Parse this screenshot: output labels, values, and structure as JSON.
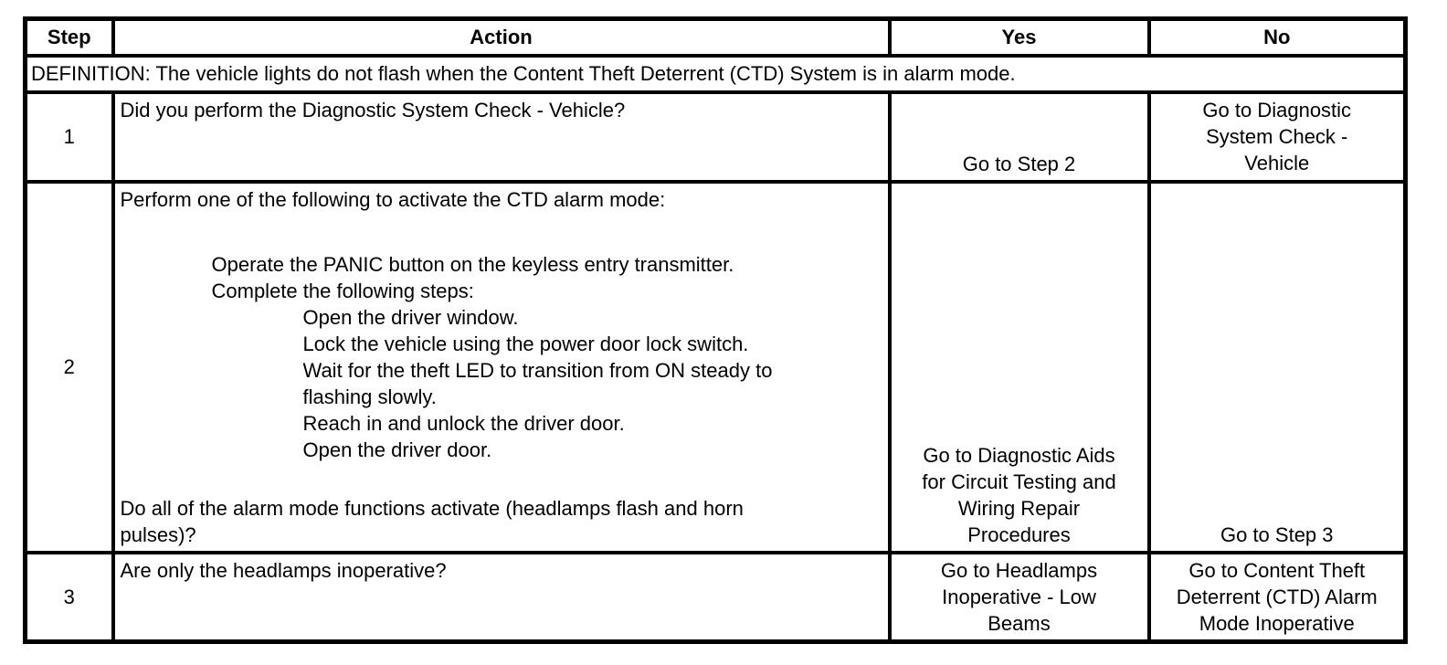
{
  "page": {
    "background": "#ffffff",
    "text_color": "#000000",
    "border_color": "#000000"
  },
  "table": {
    "headers": {
      "step": "Step",
      "action": "Action",
      "yes": "Yes",
      "no": "No"
    },
    "definition": "DEFINITION: The vehicle lights do not flash when the Content Theft Deterrent (CTD) System is in alarm mode.",
    "rows": [
      {
        "step": "1",
        "action": "Did you perform the Diagnostic System Check - Vehicle?",
        "yes": [
          "Go to Step 2"
        ],
        "no": [
          "Go to Diagnostic",
          "System Check -",
          "Vehicle"
        ]
      },
      {
        "step": "2",
        "action_intro": "Perform one of the following to activate the CTD alarm mode:",
        "action_level1": [
          "Operate the PANIC button on the keyless entry transmitter.",
          "Complete the following steps:"
        ],
        "action_level2": [
          "Open the driver window.",
          "Lock the vehicle using the power door lock switch.",
          "Wait for the theft LED to transition from ON steady to",
          "flashing slowly.",
          "Reach in and unlock the driver door.",
          "Open the driver door."
        ],
        "action_question": [
          "Do all of the alarm mode functions activate (headlamps flash and horn",
          "pulses)?"
        ],
        "yes": [
          "Go to Diagnostic Aids",
          "for Circuit Testing and",
          "Wiring Repair",
          "Procedures"
        ],
        "no": [
          "Go to Step 3"
        ]
      },
      {
        "step": "3",
        "action": "Are only the headlamps inoperative?",
        "yes": [
          "Go to Headlamps",
          "Inoperative - Low",
          "Beams"
        ],
        "no": [
          "Go to Content Theft",
          "Deterrent (CTD) Alarm",
          "Mode Inoperative"
        ]
      }
    ]
  }
}
